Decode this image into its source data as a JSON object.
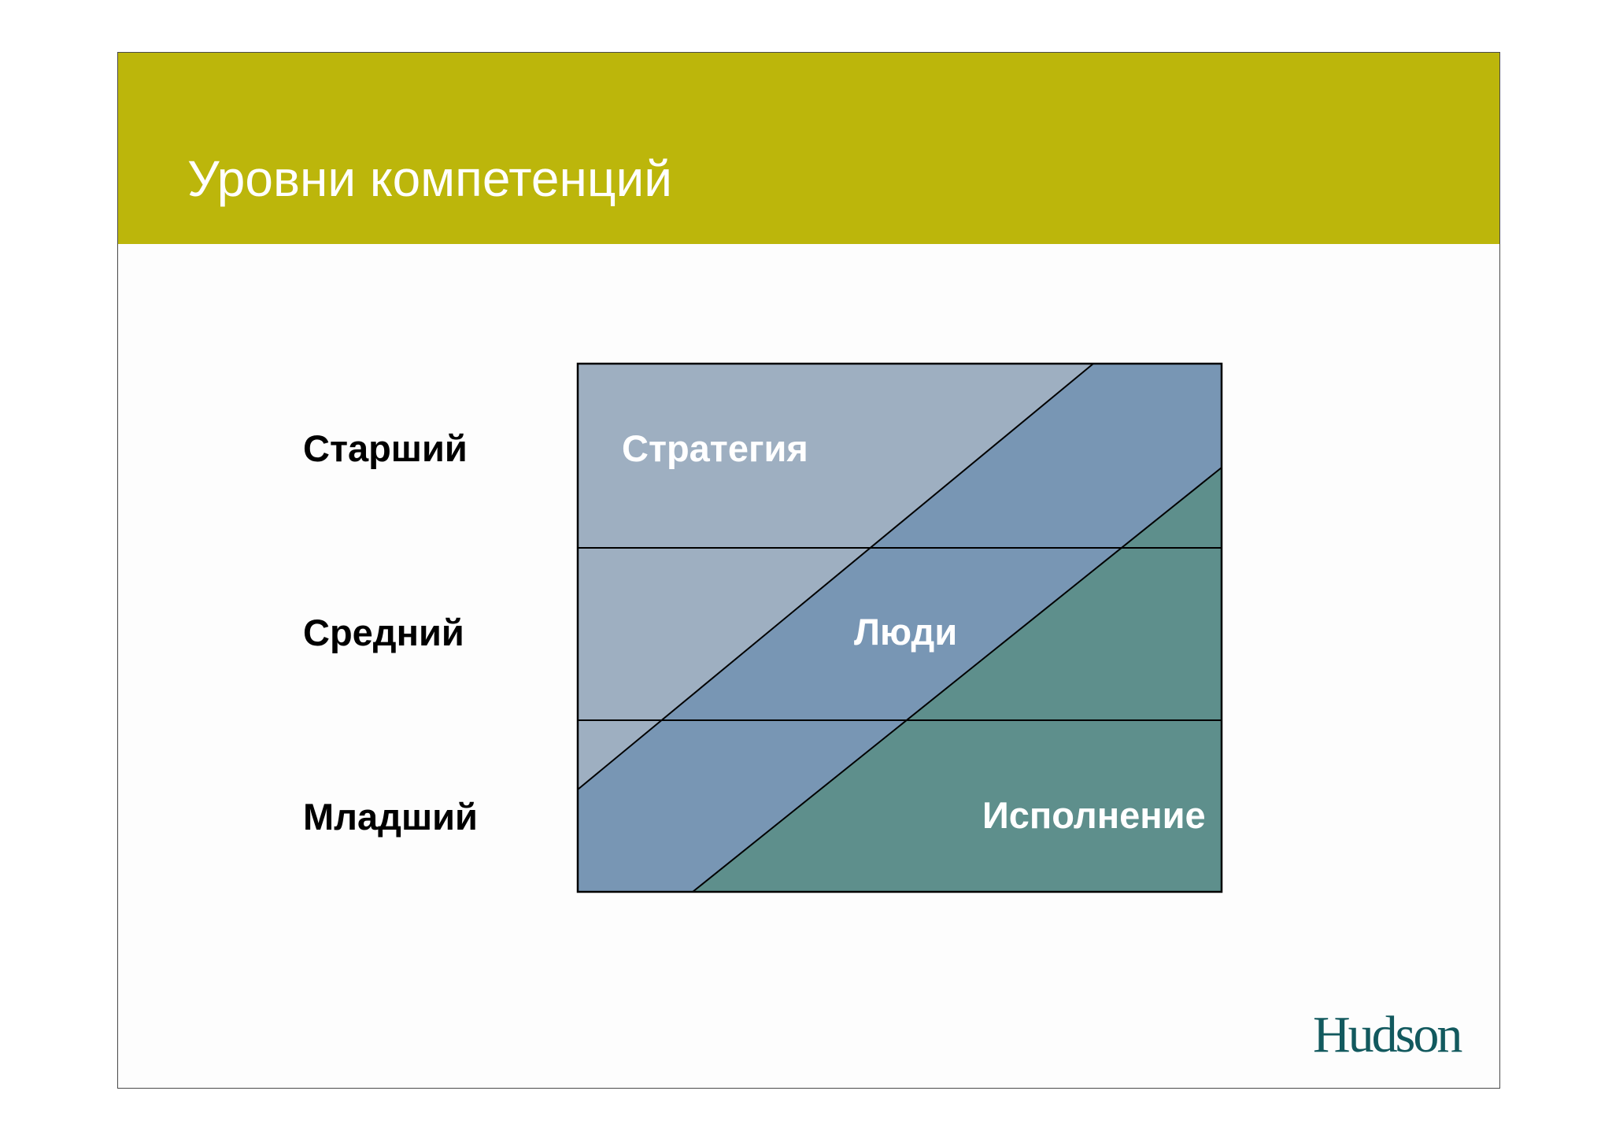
{
  "slide": {
    "title": "Уровни компетенций"
  },
  "levels": {
    "senior": "Старший",
    "middle": "Средний",
    "junior": "Младший"
  },
  "zones": {
    "strategy": "Стратегия",
    "people": "Люди",
    "execution": "Исполнение"
  },
  "colors": {
    "header": "#bcb60b",
    "strategy_zone": "#9eafc1",
    "people_zone": "#7896b4",
    "execution_zone": "#5e8f8c",
    "logo": "#12595e"
  },
  "logo": {
    "text": "Hudson"
  }
}
